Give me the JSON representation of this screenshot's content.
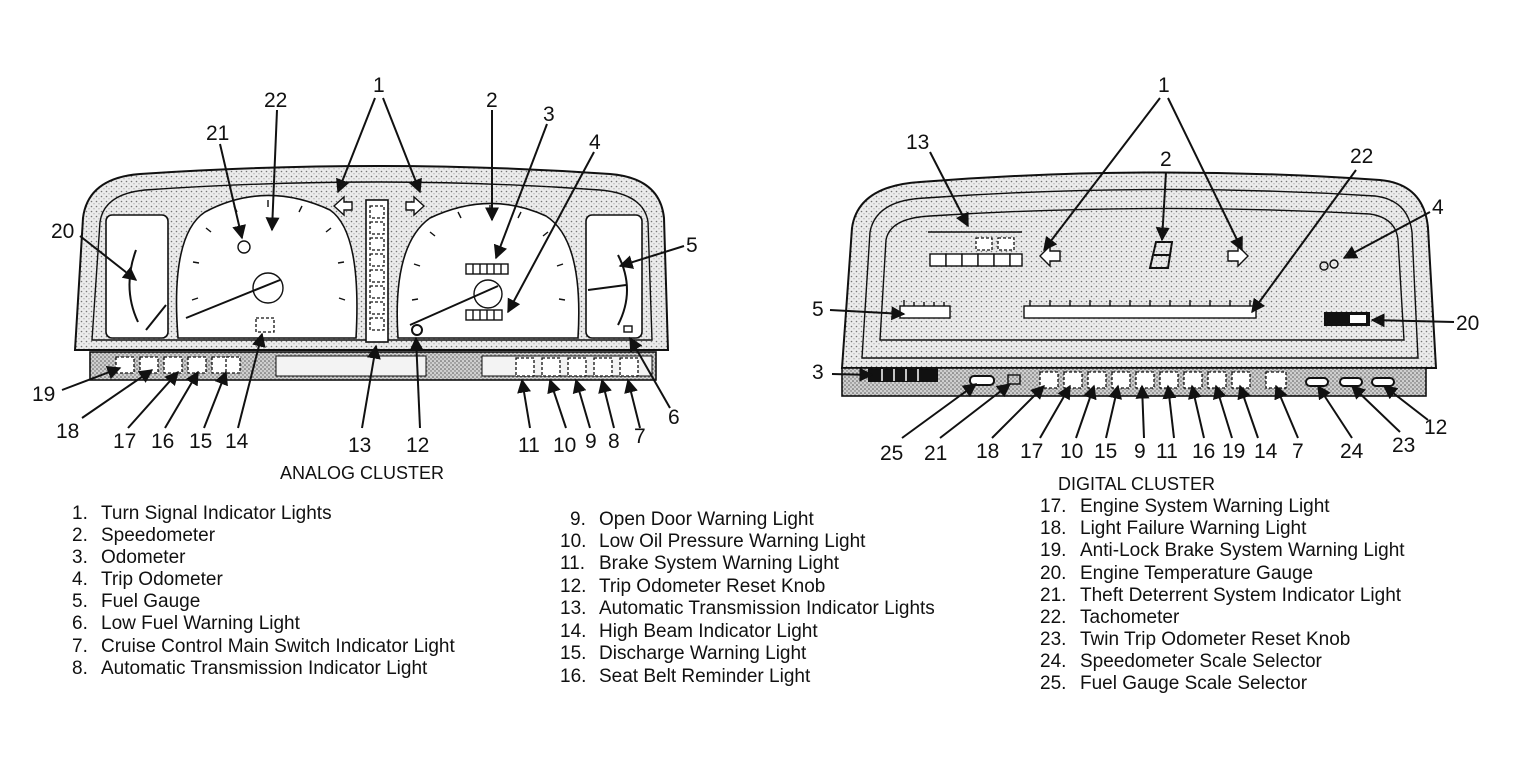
{
  "analog": {
    "caption": "ANALOG CLUSTER",
    "callouts": [
      "1",
      "22",
      "21",
      "2",
      "3",
      "4",
      "20",
      "5",
      "19",
      "18",
      "17",
      "16",
      "15",
      "14",
      "13",
      "12",
      "11",
      "10",
      "9",
      "8",
      "7",
      "6"
    ]
  },
  "digital": {
    "caption": "DIGITAL CLUSTER",
    "callouts": [
      "1",
      "2",
      "13",
      "22",
      "4",
      "5",
      "20",
      "3",
      "25",
      "21",
      "18",
      "17",
      "10",
      "15",
      "9",
      "11",
      "16",
      "19",
      "14",
      "7",
      "24",
      "23",
      "12"
    ]
  },
  "legend": [
    {
      "num": "1.",
      "label": "Turn Signal Indicator Lights"
    },
    {
      "num": "2.",
      "label": "Speedometer"
    },
    {
      "num": "3.",
      "label": "Odometer"
    },
    {
      "num": "4.",
      "label": "Trip Odometer"
    },
    {
      "num": "5.",
      "label": "Fuel Gauge"
    },
    {
      "num": "6.",
      "label": "Low Fuel Warning Light"
    },
    {
      "num": "7.",
      "label": "Cruise Control Main Switch Indicator Light"
    },
    {
      "num": "8.",
      "label": "Automatic Transmission Indicator Light"
    },
    {
      "num": "9.",
      "label": "Open Door Warning Light"
    },
    {
      "num": "10.",
      "label": "Low Oil Pressure Warning Light"
    },
    {
      "num": "11.",
      "label": "Brake System Warning Light"
    },
    {
      "num": "12.",
      "label": "Trip Odometer Reset Knob"
    },
    {
      "num": "13.",
      "label": "Automatic Transmission Indicator Lights"
    },
    {
      "num": "14.",
      "label": "High Beam Indicator Light"
    },
    {
      "num": "15.",
      "label": "Discharge Warning Light"
    },
    {
      "num": "16.",
      "label": "Seat Belt Reminder Light"
    },
    {
      "num": "17.",
      "label": "Engine System Warning Light"
    },
    {
      "num": "18.",
      "label": "Light Failure Warning Light"
    },
    {
      "num": "19.",
      "label": "Anti-Lock Brake System Warning Light"
    },
    {
      "num": "20.",
      "label": "Engine Temperature Gauge"
    },
    {
      "num": "21.",
      "label": "Theft Deterrent System Indicator Light"
    },
    {
      "num": "22.",
      "label": "Tachometer"
    },
    {
      "num": "23.",
      "label": "Twin Trip Odometer Reset Knob"
    },
    {
      "num": "24.",
      "label": "Speedometer Scale Selector"
    },
    {
      "num": "25.",
      "label": "Fuel Gauge Scale Selector"
    }
  ]
}
